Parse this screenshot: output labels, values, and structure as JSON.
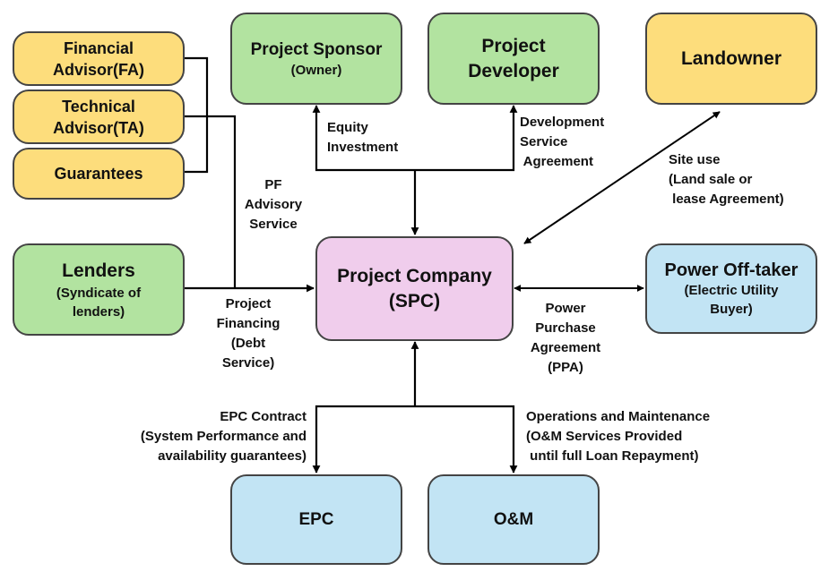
{
  "boxes": {
    "financial_advisor": {
      "line1": "Financial",
      "line2": "Advisor(FA)",
      "color": "#fddd7c"
    },
    "technical_advisor": {
      "line1": "Technical",
      "line2": "Advisor(TA)",
      "color": "#fddd7c"
    },
    "guarantees": {
      "title": "Guarantees",
      "color": "#fddd7c"
    },
    "project_sponsor": {
      "title": "Project Sponsor",
      "subtitle": "(Owner)",
      "color": "#b2e3a0"
    },
    "project_developer": {
      "line1": "Project",
      "line2": "Developer",
      "color": "#b2e3a0"
    },
    "landowner": {
      "title": "Landowner",
      "color": "#fddd7c"
    },
    "lenders": {
      "title": "Lenders",
      "subtitle_line1": "(Syndicate of",
      "subtitle_line2": "lenders)",
      "color": "#b2e3a0"
    },
    "project_company": {
      "line1": "Project Company",
      "line2": "(SPC)",
      "color": "#f0cdec"
    },
    "power_offtaker": {
      "title": "Power Off-taker",
      "subtitle_line1": "(Electric Utility",
      "subtitle_line2": "Buyer)",
      "color": "#c2e4f4"
    },
    "epc": {
      "title": "EPC",
      "color": "#c2e4f4"
    },
    "om": {
      "title": "O&M",
      "color": "#c2e4f4"
    }
  },
  "labels": {
    "equity_investment": "Equity\nInvestment",
    "development_service_agreement": "Development\nService\n Agreement",
    "site_use": "Site use\n(Land sale or\n lease Agreement)",
    "pf_advisory_service": "PF\nAdvisory\nService",
    "project_financing": "Project\nFinancing\n(Debt\nService)",
    "power_purchase_agreement": "Power\nPurchase\nAgreement\n(PPA)",
    "epc_contract": "EPC Contract\n(System Performance and\navailability guarantees)",
    "operations_maintenance": "Operations and Maintenance\n(O&M Services Provided\n until full Loan Repayment)"
  },
  "colors": {
    "line": "#000000",
    "border": "#444444"
  }
}
